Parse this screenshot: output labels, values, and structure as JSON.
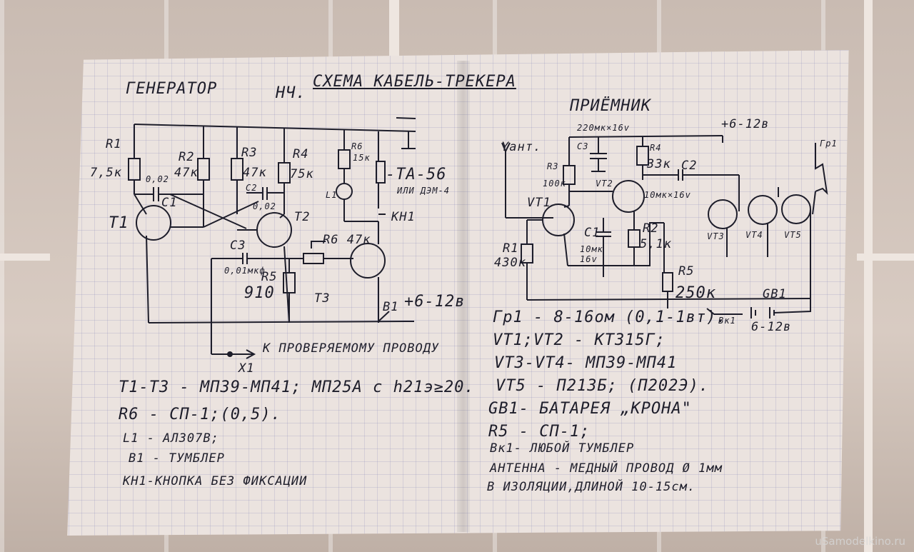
{
  "titles": {
    "generator": "ГЕНЕРАТОР",
    "nch": "НЧ.",
    "scheme": "СХЕМА КАБЕЛЬ-ТРЕКЕРА",
    "receiver": "ПРИЁМНИК"
  },
  "gen_labels": {
    "r1": "R1",
    "r1v": "7,5к",
    "r2": "R2",
    "r2v": "47к",
    "r3": "R3",
    "r3v": "47к",
    "r4": "R4",
    "r4v": "75к",
    "r6": "R6",
    "r6v": "15к",
    "c1": "C1",
    "c1v": "0,02",
    "c2": "C2",
    "c2v": "0,02",
    "c3": "C3",
    "c3v": "0,01мкф",
    "r5": "R5",
    "r5v": "910",
    "r6b": "R6 47к",
    "t1": "T1",
    "t2": "T2",
    "t3": "T3",
    "ta": "-TA-56",
    "dem": "ИЛИ ДЭМ-4",
    "kn1": "КН1",
    "l1": "L1",
    "b1": "B1",
    "pwr": "+6-12в",
    "x1": "X1",
    "probe": "К ПРОВЕРЯЕМОМУ ПРОВОДУ"
  },
  "rec_labels": {
    "pwr": "+6-12в",
    "c3": "220мк×16v",
    "c3n": "C3",
    "ant": "Yант.",
    "r3": "R3",
    "r3v": "100к",
    "r4": "R4",
    "r4v": "33к",
    "c2": "C2",
    "c2v": "10мк×16v",
    "vt1": "VT1",
    "vt2": "VT2",
    "vt3": "VT3",
    "vt4": "VT4",
    "vt5": "VT5",
    "c1": "C1",
    "c1v": "10мк 16v",
    "r2": "R2",
    "r2v": "5,1к",
    "r1": "R1",
    "r1v": "430к",
    "r5": "R5",
    "r5v": "250к",
    "gb1": "GB1",
    "gbv": "6-12в",
    "bk1": "Вк1",
    "gr1": "Гр1"
  },
  "gen_notes": [
    "T1-T3 - МП39-МП41; МП25А с h21э≥20.",
    "R6 - СП-1;(0,5).",
    "L1 - АЛ307В;",
    "B1 - ТУМБЛЕР",
    "КН1-КНОПКА БЕЗ ФИКСАЦИИ"
  ],
  "rec_notes": [
    "Гр1 - 8-16ом (0,1-1вт).",
    "VT1;VT2 - КТ315Г;",
    "VT3-VT4- МП39-МП41",
    "VT5 - П213Б; (П202Э).",
    "GB1- БАТАРЕЯ „КРОНА\"",
    "R5 - СП-1;",
    "Вк1- ЛЮБОЙ ТУМБЛЕР",
    "АНТЕННА - МЕДНЫЙ ПРОВОД Ø 1мм",
    "В ИЗОЛЯЦИИ,ДЛИНОЙ 10-15см."
  ],
  "watermark": "uSamodelkino.ru",
  "colors": {
    "ink": "#1d1d2a",
    "paper": "#ebe3df",
    "tile": "#cdbfb6"
  }
}
